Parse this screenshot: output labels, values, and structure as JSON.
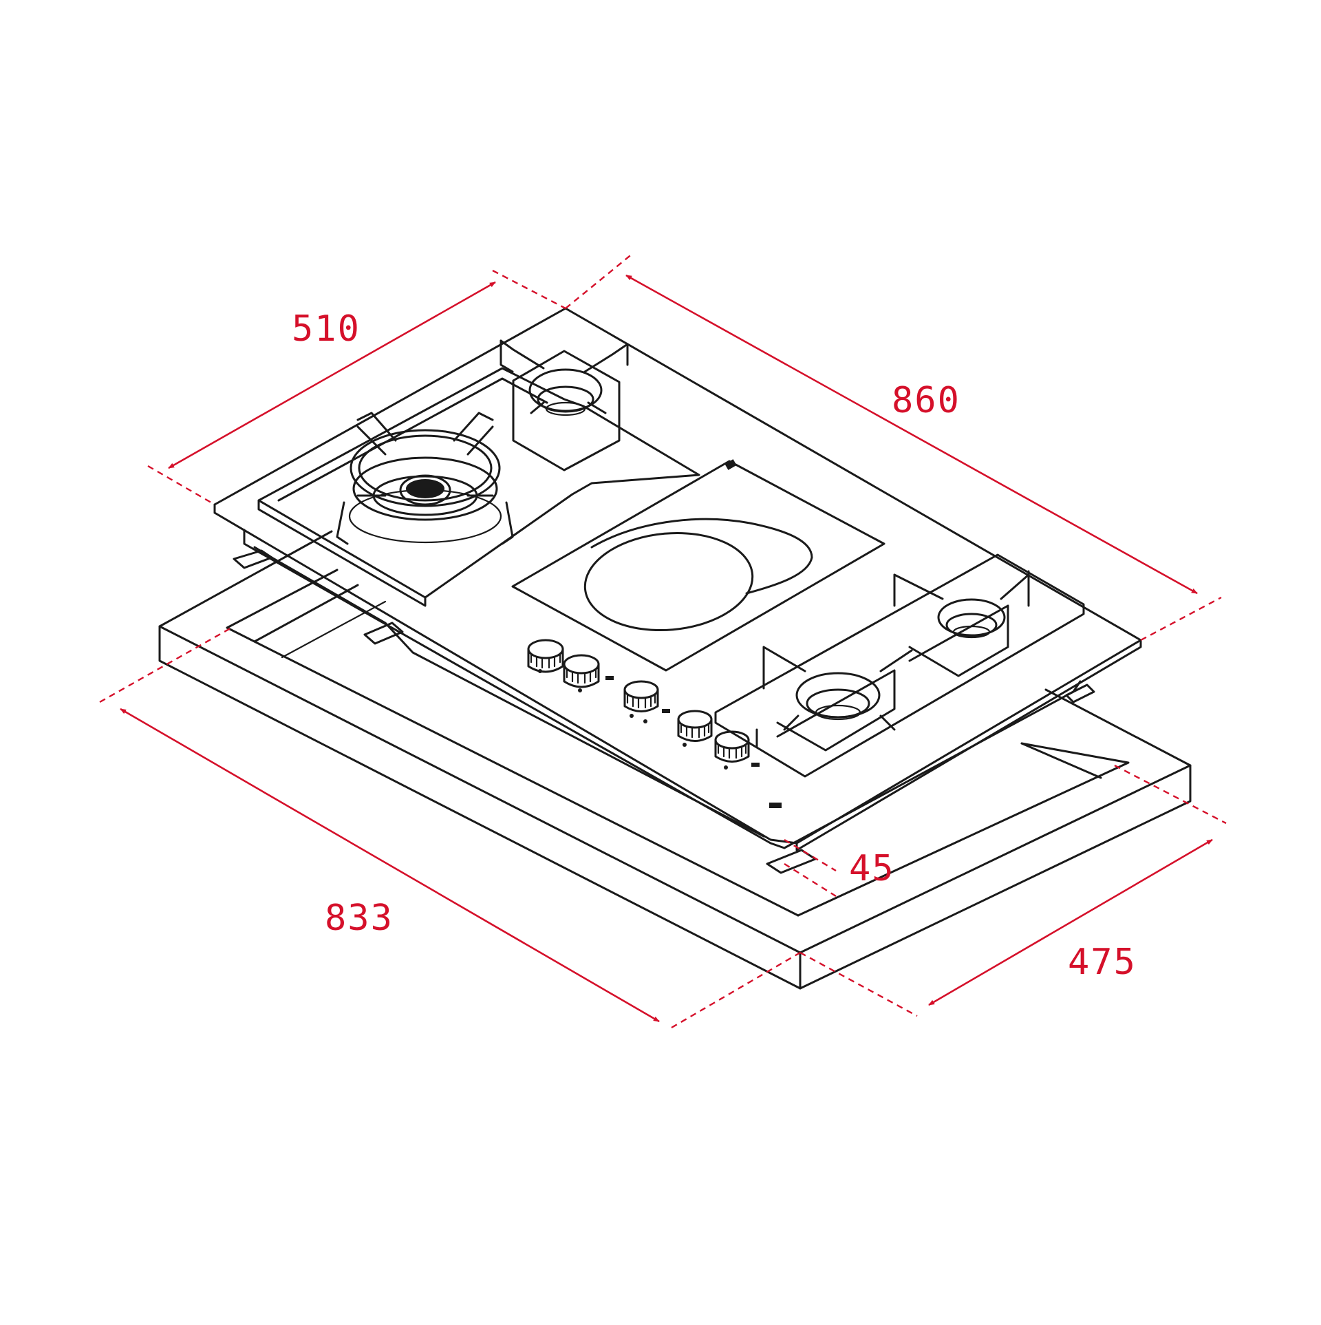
{
  "accent_color": "#d5102a",
  "line_color": "#1a1a1a",
  "dimensions": {
    "depth_top": "510",
    "width_top": "860",
    "cutout_width": "833",
    "cutout_depth": "475",
    "height": "45"
  },
  "components": {
    "burners": [
      "wok-burner",
      "rear-left-burner",
      "rear-right-burner",
      "front-right-burner"
    ],
    "control_knobs": 5,
    "induction_zone": 1
  }
}
